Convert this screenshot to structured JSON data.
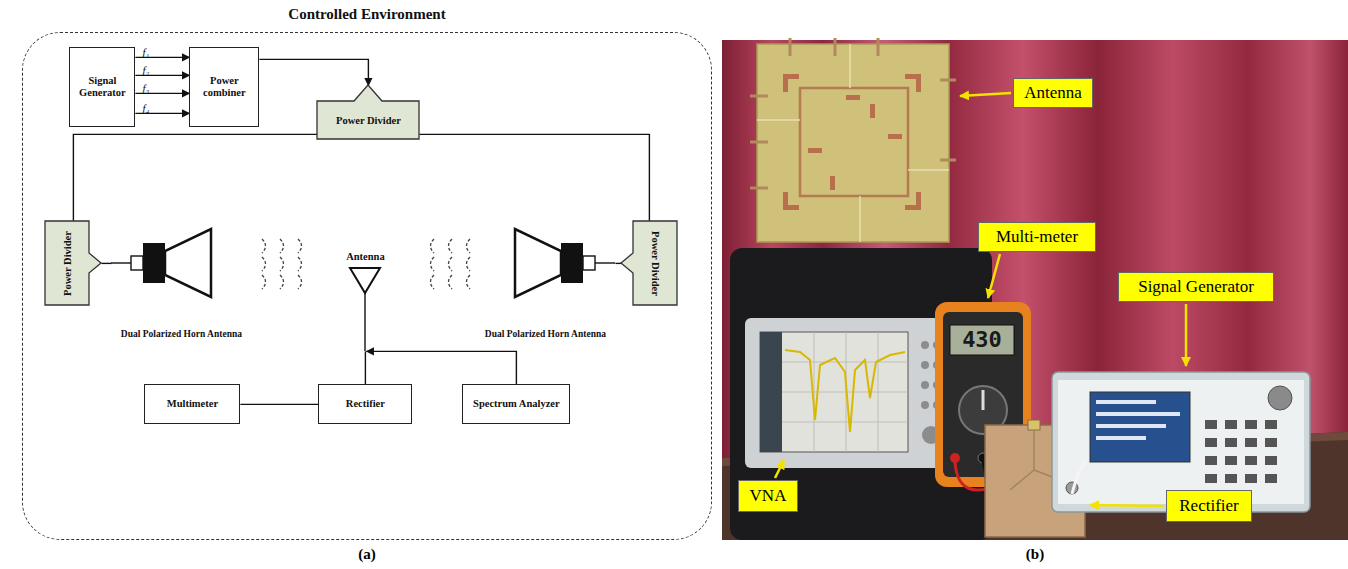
{
  "diagram": {
    "nodes": [
      {
        "text": [
          "Controlled Environment"
        ]
      },
      {
        "text": [
          "Signal Generator"
        ],
        "in": 0
      },
      {
        "text": [
          "Power combiner"
        ],
        "in": 0
      },
      {
        "text": [
          "Power Divider"
        ],
        "in": 0
      },
      {
        "text": [
          "Power Divider"
        ],
        "in": 0
      },
      {
        "text": [
          "Power Divider"
        ],
        "in": 0
      },
      {
        "text": [
          "Dual Polarized Horn Antenna"
        ],
        "in": 0
      },
      {
        "text": [
          "Dual Polarized Horn Antenna"
        ],
        "in": 0
      },
      {
        "text": [
          "Antenna"
        ],
        "in": 0
      },
      {
        "text": [
          "Multimeter"
        ],
        "in": 0
      },
      {
        "text": [
          "Rectifier"
        ],
        "in": 0
      },
      {
        "text": [
          "Spectrum Analyzer"
        ],
        "in": 0
      },
      {
        "text": [
          "Antenna"
        ]
      },
      {
        "text": [
          "Multi-meter"
        ]
      },
      {
        "text": [
          "Signal Generator"
        ]
      },
      {
        "text": [
          "VNA"
        ]
      },
      {
        "text": [
          "Rectifier"
        ]
      }
    ],
    "edges": [
      {
        "from": 1,
        "to": 2,
        "label": "f₁",
        "arrow": "to"
      },
      {
        "from": 1,
        "to": 2,
        "label": "f₂",
        "arrow": "to"
      },
      {
        "from": 1,
        "to": 2,
        "label": "f₃",
        "arrow": "to"
      },
      {
        "from": 1,
        "to": 2,
        "label": "f₄",
        "arrow": "to"
      },
      {
        "from": 2,
        "to": 3,
        "arrow": "to"
      },
      {
        "from": 3,
        "to": 4,
        "arrow": "none"
      },
      {
        "from": 3,
        "to": 5,
        "arrow": "none"
      },
      {
        "from": 4,
        "to": 6,
        "arrow": "none"
      },
      {
        "from": 5,
        "to": 7,
        "arrow": "none"
      },
      {
        "from": 8,
        "to": 10,
        "arrow": "none"
      },
      {
        "from": 11,
        "to": 8,
        "arrow": "to"
      },
      {
        "from": 9,
        "to": 10,
        "arrow": "none"
      }
    ],
    "labels": [
      "(a)",
      "(b)",
      "430"
    ]
  }
}
